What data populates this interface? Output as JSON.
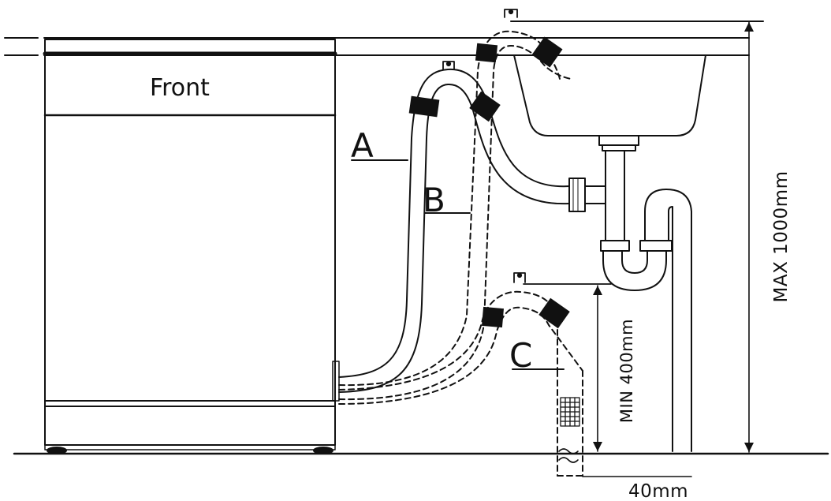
{
  "labels": {
    "front": "Front",
    "hose_a": "A",
    "hose_b": "B",
    "hose_c": "C",
    "max_height": "MAX 1000mm",
    "min_height": "MIN 400mm",
    "pipe_diameter": "40mm"
  },
  "colors": {
    "line": "#111111",
    "background": "#ffffff",
    "clamp": "#111111"
  }
}
